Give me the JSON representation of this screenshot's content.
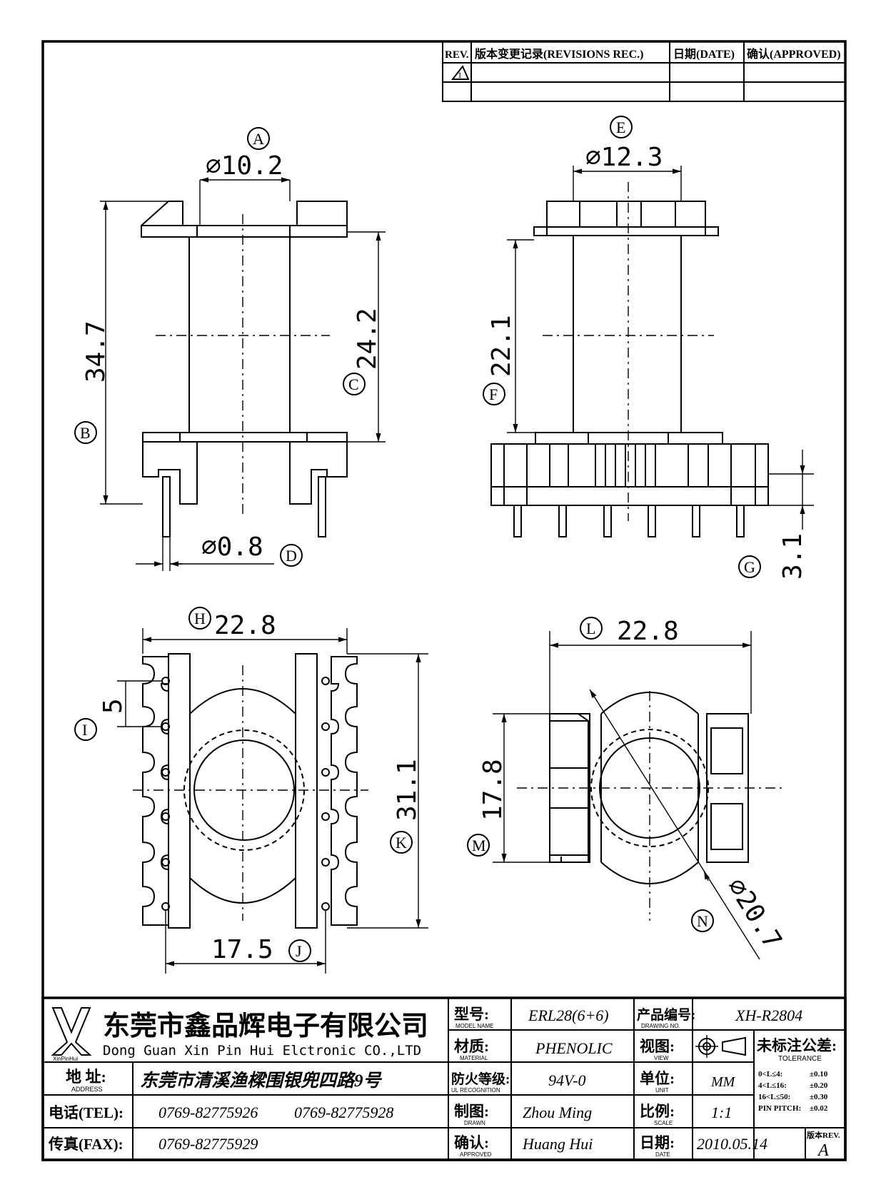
{
  "revisions": {
    "rev_header": "REV.",
    "record_header": "版本变更记录(REVISIONS REC.)",
    "date_header": "日期(DATE)",
    "approved_header": "确认(APPROVED)",
    "rev_symbol": "1"
  },
  "dimensions": {
    "a": "⌀10.2",
    "b": "34.7",
    "c": "24.2",
    "d": "⌀0.8",
    "e": "⌀12.3",
    "f": "22.1",
    "g": "3.1",
    "h": "22.8",
    "i": "5",
    "j": "17.5",
    "k": "31.1",
    "l": "22.8",
    "m": "17.8",
    "n": "⌀20.7"
  },
  "bubbles": [
    "A",
    "B",
    "C",
    "D",
    "E",
    "F",
    "G",
    "H",
    "I",
    "J",
    "K",
    "L",
    "M",
    "N"
  ],
  "title_block": {
    "logo_text": "XinPinHui",
    "company_cn": "东莞市鑫品辉电子有限公司",
    "company_en": "Dong Guan Xin Pin Hui Elctronic CO.,LTD",
    "address_label": "地  址:",
    "address_label_en": "ADDRESS",
    "address_value": "东莞市清溪渔樑围银兜四路9号",
    "tel_label": "电话(TEL):",
    "tel_value_1": "0769-82775926",
    "tel_value_2": "0769-82775928",
    "fax_label": "传真(FAX):",
    "fax_value": "0769-82775929",
    "model_label": "型号:",
    "model_label_en": "MODEL NAME",
    "model_value": "ERL28(6+6)",
    "material_label": "材质:",
    "material_label_en": "MATERIAL",
    "material_value": "PHENOLIC",
    "flame_label": "防火等级:",
    "flame_label_en": "UL RECOGNITION",
    "flame_value": "94V-0",
    "drawn_label": "制图:",
    "drawn_label_en": "DRAWN",
    "drawn_value": "Zhou Ming",
    "approved_label": "确认:",
    "approved_label_en": "APPROVED",
    "approved_value": "Huang Hui",
    "drawing_no_label": "产品编号:",
    "drawing_no_label_en": "DRAWING NO.",
    "drawing_no_value": "XH-R2804",
    "view_label": "视图:",
    "view_label_en": "VIEW",
    "unit_label": "单位:",
    "unit_label_en": "UNIT",
    "unit_value": "MM",
    "scale_label": "比例:",
    "scale_label_en": "SCALE",
    "scale_value": "1:1",
    "date_label": "日期:",
    "date_label_en": "DATE",
    "date_value": "2010.05.14",
    "rev_label": "版本REV.",
    "rev_value": "A",
    "tolerance_label": "未标注公差:",
    "tolerance_label_en": "TOLERANCE",
    "tolerance_rows": [
      {
        "range": "0<L≤4:",
        "value": "±0.10"
      },
      {
        "range": "4<L≤16:",
        "value": "±0.20"
      },
      {
        "range": "16<L≤50:",
        "value": "±0.30"
      },
      {
        "range": "PIN PITCH:",
        "value": "±0.02"
      }
    ]
  }
}
